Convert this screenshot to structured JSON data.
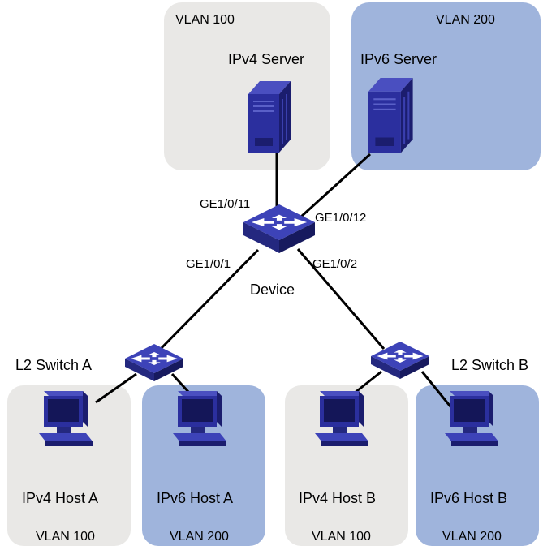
{
  "colors": {
    "gray_zone": "#e9e8e6",
    "blue_zone": "#9fb4dc",
    "link": "#000000",
    "device_blue": "#2b2f9e",
    "device_dark": "#1b1d6e"
  },
  "zones": {
    "server_vlan100": {
      "vlan": "VLAN 100",
      "server": "IPv4 Server"
    },
    "server_vlan200": {
      "vlan": "VLAN 200",
      "server": "IPv6 Server"
    }
  },
  "core": {
    "name": "Device",
    "badge": "SWITCH",
    "ports": {
      "to_ipv4_server": "GE1/0/11",
      "to_ipv6_server": "GE1/0/12",
      "to_switch_a": "GE1/0/1",
      "to_switch_b": "GE1/0/2"
    }
  },
  "access_switches": {
    "a": {
      "name": "L2 Switch A"
    },
    "b": {
      "name": "L2 Switch B"
    }
  },
  "hosts": [
    {
      "name": "IPv4 Host A",
      "vlan": "VLAN 100"
    },
    {
      "name": "IPv6 Host A",
      "vlan": "VLAN 200"
    },
    {
      "name": "IPv4 Host B",
      "vlan": "VLAN 100"
    },
    {
      "name": "IPv6 Host B",
      "vlan": "VLAN 200"
    }
  ],
  "icons": {
    "server": "server-tower-icon",
    "core_switch": "layer3-switch-icon",
    "access_switch": "layer2-switch-icon",
    "host": "desktop-computer-icon"
  }
}
